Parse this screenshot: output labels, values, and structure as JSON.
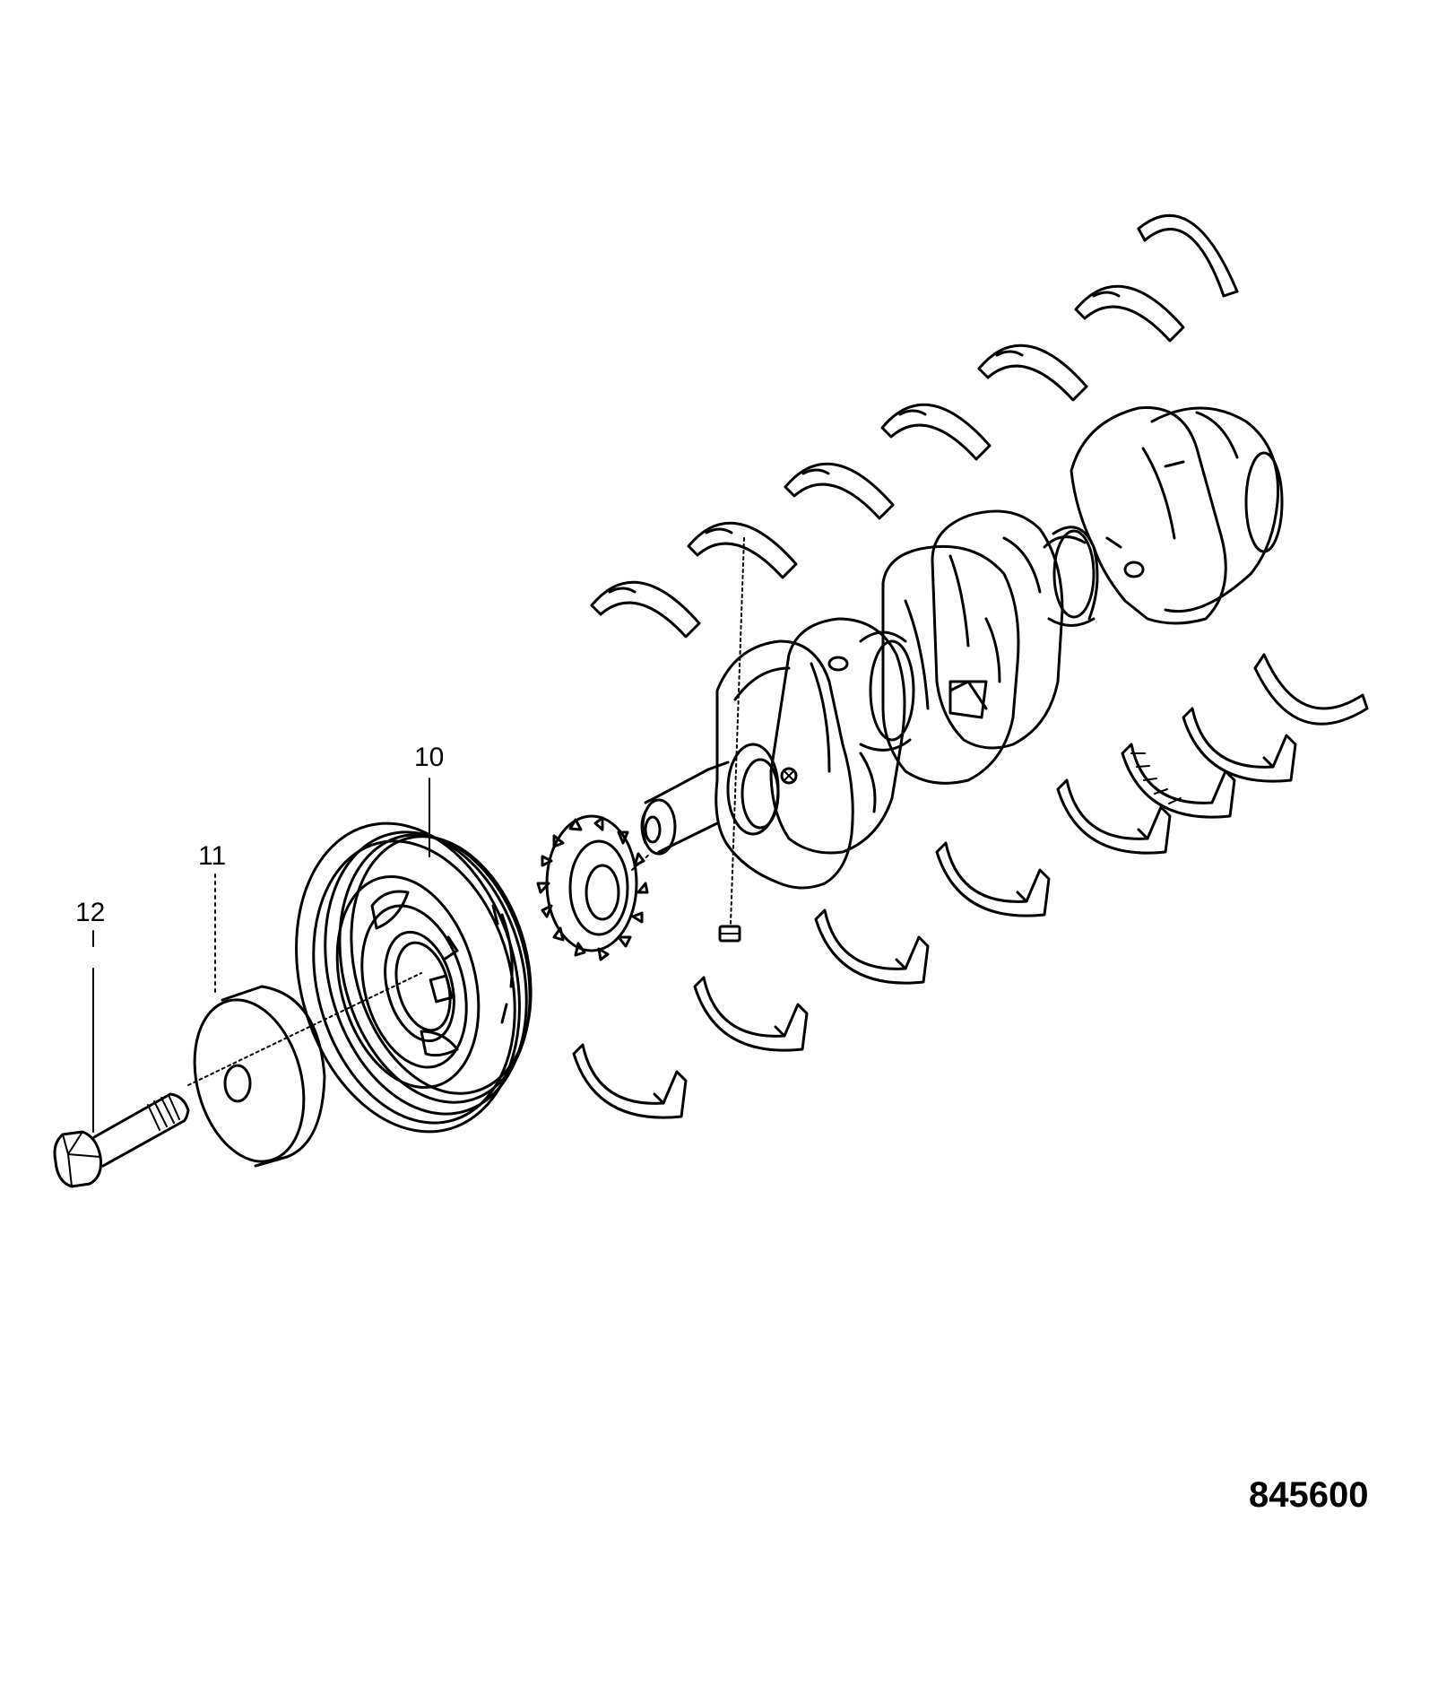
{
  "diagram": {
    "callouts": {
      "crankshaft_pulley": "10",
      "washer": "11",
      "bolt": "12"
    },
    "drawing_number": "845600"
  }
}
